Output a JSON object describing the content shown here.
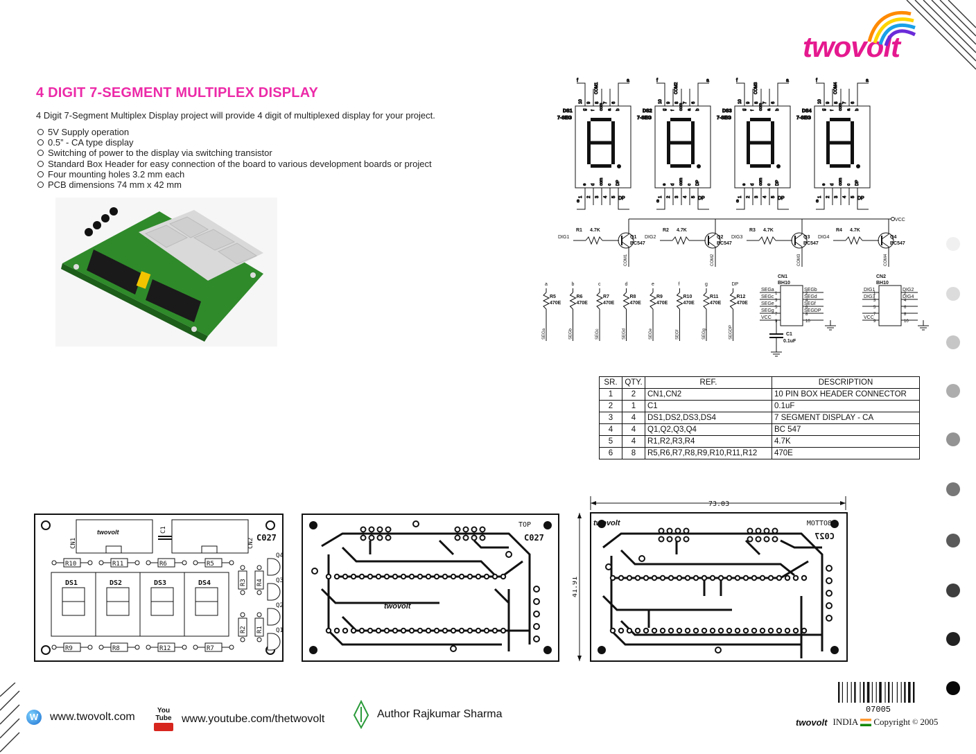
{
  "brand": {
    "logo_text": "twovolt",
    "logo_small": "twovolt"
  },
  "title": "4 DIGIT 7-SEGMENT MULTIPLEX DISPLAY",
  "intro": "4 Digit 7-Segment Multiplex Display project will provide 4 digit of multiplexed display for your project.",
  "features": [
    "5V Supply operation",
    "0.5” - CA type display",
    "Switching of power to the display via switching transistor",
    "Standard Box Header for easy connection of the board to various development boards or project",
    "Four mounting holes 3.2 mm each",
    "PCB dimensions 74 mm x 42 mm"
  ],
  "schematic": {
    "displays": [
      {
        "ref": "DS1",
        "type": "7-SEG",
        "com": "COM1"
      },
      {
        "ref": "DS2",
        "type": "7-SEG",
        "com": "COM2"
      },
      {
        "ref": "DS3",
        "type": "7-SEG",
        "com": "COM3"
      },
      {
        "ref": "DS4",
        "type": "7-SEG",
        "com": "COM4"
      }
    ],
    "top_pins": [
      "10",
      "9",
      "8",
      "7",
      "6"
    ],
    "top_seg": [
      "g",
      "f",
      "com",
      "a",
      "b"
    ],
    "bottom_pins": [
      "1",
      "2",
      "3",
      "4",
      "5"
    ],
    "bottom_seg": [
      "e",
      "d",
      "com",
      "c",
      "DP"
    ],
    "drivers": [
      {
        "dig": "DIG1",
        "r": "R1",
        "rv": "4.7K",
        "q": "Q1",
        "qt": "BC547",
        "com": "COM1"
      },
      {
        "dig": "DIG2",
        "r": "R2",
        "rv": "4.7K",
        "q": "Q2",
        "qt": "BC547",
        "com": "COM2"
      },
      {
        "dig": "DIG3",
        "r": "R3",
        "rv": "4.7K",
        "q": "Q3",
        "qt": "BC547",
        "com": "COM3"
      },
      {
        "dig": "DIG4",
        "r": "R4",
        "rv": "4.7K",
        "q": "Q4",
        "qt": "BC547",
        "com": "COM4"
      }
    ],
    "vcc": "VCC",
    "seg_resistors": [
      {
        "seg": "a",
        "r": "R5",
        "v": "470E",
        "net": "SEGa"
      },
      {
        "seg": "b",
        "r": "R6",
        "v": "470E",
        "net": "SEGb"
      },
      {
        "seg": "c",
        "r": "R7",
        "v": "470E",
        "net": "SEGc"
      },
      {
        "seg": "d",
        "r": "R8",
        "v": "470E",
        "net": "SEGd"
      },
      {
        "seg": "e",
        "r": "R9",
        "v": "470E",
        "net": "SEGe"
      },
      {
        "seg": "f",
        "r": "R10",
        "v": "470E",
        "net": "SEGf"
      },
      {
        "seg": "g",
        "r": "R11",
        "v": "470E",
        "net": "SEGg"
      },
      {
        "seg": "DP",
        "r": "R12",
        "v": "470E",
        "net": "SEGDP"
      }
    ],
    "cn1": {
      "ref": "CN1",
      "type": "BH10",
      "left": [
        "SEGa",
        "SEGc",
        "SEGe",
        "SEGg",
        "VCC"
      ],
      "right": [
        "SEGb",
        "SEGd",
        "SEGf",
        "SEGDP",
        ""
      ],
      "lpins": [
        "1",
        "3",
        "5",
        "7",
        "9"
      ],
      "rpins": [
        "2",
        "4",
        "6",
        "8",
        "10"
      ]
    },
    "cn2": {
      "ref": "CN2",
      "type": "BH10",
      "left": [
        "DIG1",
        "DIG3",
        "",
        "",
        "VCC"
      ],
      "right": [
        "DIG2",
        "DIG4",
        "",
        "",
        ""
      ],
      "lpins": [
        "1",
        "3",
        "5",
        "7",
        "9"
      ],
      "rpins": [
        "2",
        "4",
        "6",
        "8",
        "10"
      ]
    },
    "cap": {
      "ref": "C1",
      "value": "0.1uF"
    }
  },
  "bom": {
    "headers": [
      "SR.",
      "QTY.",
      "REF.",
      "DESCRIPTION"
    ],
    "rows": [
      [
        "1",
        "2",
        "CN1,CN2",
        "10 PIN BOX HEADER CONNECTOR"
      ],
      [
        "2",
        "1",
        "C1",
        "0.1uF"
      ],
      [
        "3",
        "4",
        "DS1,DS2,DS3,DS4",
        "7 SEGMENT DISPLAY - CA"
      ],
      [
        "4",
        "4",
        "Q1,Q2,Q3,Q4",
        "BC 547"
      ],
      [
        "5",
        "4",
        "R1,R2,R3,R4",
        "4.7K"
      ],
      [
        "6",
        "8",
        "R5,R6,R7,R8,R9,R10,R11,R12",
        "470E"
      ]
    ]
  },
  "layout": {
    "board_code": "C027",
    "silk": {
      "cn1": "CN1",
      "cn2": "CN2",
      "c1": "C1",
      "top_res": [
        "R10",
        "R11",
        "R6",
        "R5"
      ],
      "bot_res": [
        "R9",
        "R8",
        "R12",
        "R7"
      ],
      "displays": [
        "DS1",
        "DS2",
        "DS3",
        "DS4"
      ],
      "rv": [
        "R3",
        "R4",
        "R2",
        "R1"
      ],
      "q": [
        "Q4",
        "Q3",
        "Q2",
        "Q1"
      ]
    },
    "top_label": "TOP",
    "bottom_label": "BOTTOM",
    "bottom_code": "C027",
    "dim_w": "73.03",
    "dim_h": "41.91"
  },
  "barcode_number": "07005",
  "footer": {
    "website": "www.twovolt.com",
    "youtube_badge": "You Tube",
    "youtube": "www.youtube.com/thetwovolt",
    "author": "Author Rajkumar Sharma",
    "country": "INDIA",
    "copyright": "Copyright",
    "copy_sym": "©",
    "year": "2005"
  },
  "colors": {
    "title": "#ec2aa8",
    "logo": "#e5198f",
    "pcb": "#2f8a2a"
  },
  "icons": [
    "w-circle-icon",
    "youtube-icon",
    "pen-nib-icon",
    "india-flag-icon"
  ]
}
